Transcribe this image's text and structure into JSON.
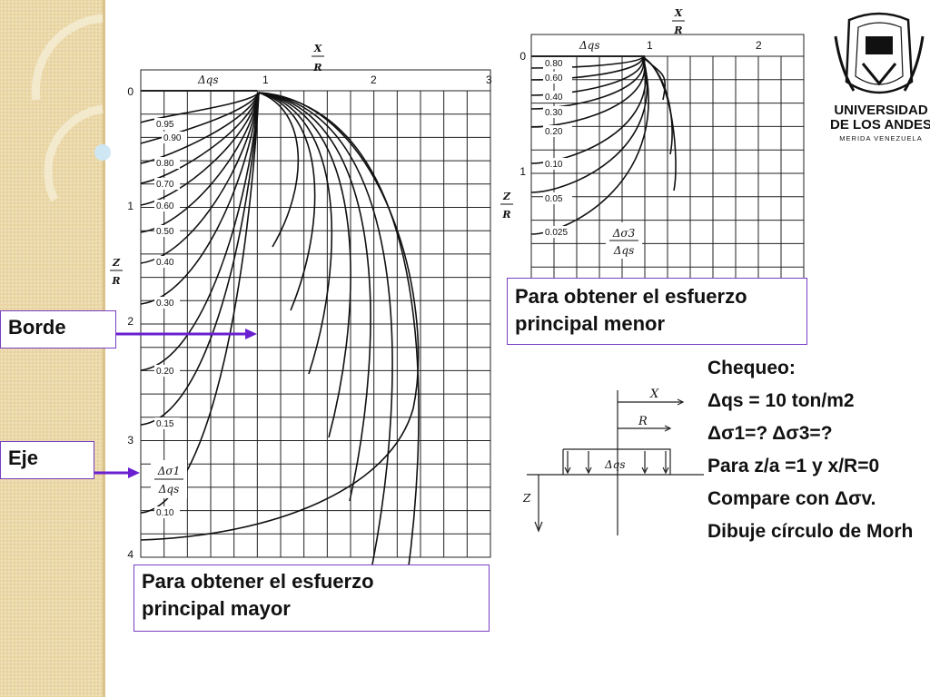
{
  "logo": {
    "line1": "UNIVERSIDAD",
    "line2": "DE LOS ANDES",
    "line3": "MERIDA VENEZUELA"
  },
  "left_chart": {
    "x_axis_label": "X/R",
    "y_axis_label": "Z/R",
    "load_label": "Δqs",
    "x_ticks": [
      "1",
      "2",
      "3"
    ],
    "y_ticks": [
      "0",
      "1",
      "2",
      "3",
      "4"
    ],
    "contour_labels": [
      "0.95",
      "0.90",
      "0.80",
      "0.70",
      "0.60",
      "0.50",
      "0.40",
      "0.30",
      "0.20",
      "0.15",
      "0.10"
    ],
    "ratio_label_top": "Δσ1",
    "ratio_label_bottom": "Δqs",
    "caption_line1": "Para obtener el esfuerzo",
    "caption_line2": "principal mayor"
  },
  "right_chart": {
    "x_axis_label": "X/R",
    "y_axis_label": "Z/R",
    "load_label": "Δqs",
    "x_ticks": [
      "1",
      "2"
    ],
    "y_ticks": [
      "0",
      "1"
    ],
    "contour_labels": [
      "0.80",
      "0.60",
      "0.40",
      "0.30",
      "0.20",
      "0.10",
      "0.05",
      "0.025"
    ],
    "ratio_label_top": "Δσ3",
    "ratio_label_bottom": "Δqs",
    "caption_line1": "Para obtener el esfuerzo",
    "caption_line2": "principal menor"
  },
  "callouts": {
    "borde": "Borde",
    "eje": "Eje"
  },
  "sketch": {
    "x_label": "X",
    "r_label": "R",
    "load_label": "Δqs",
    "z_label": "Z"
  },
  "check": {
    "title": "Chequeo:",
    "line1": "Δqs = 10 ton/m2",
    "line2": "Δσ1=? Δσ3=?",
    "line3": "Para z/a =1 y x/R=0",
    "line4": "Compare con Δσv.",
    "line5": "Dibuje círculo de Morh"
  },
  "colors": {
    "sidebar": "#e8d4a0",
    "callout_border": "#7a3fc2",
    "arrow": "#6a1fd0"
  }
}
